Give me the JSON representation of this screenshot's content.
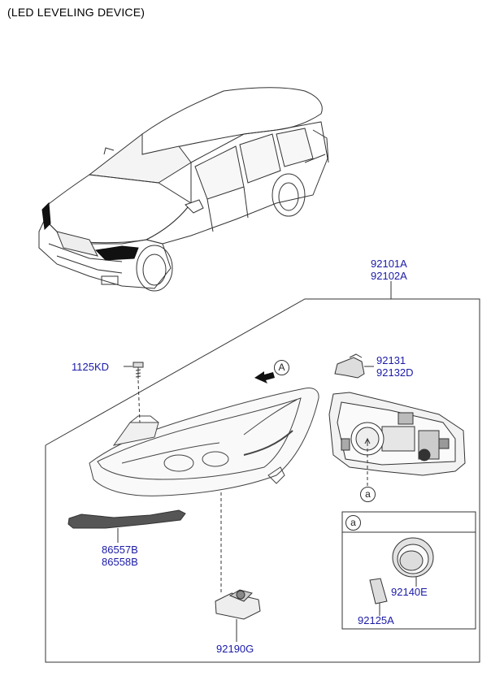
{
  "title": "(LED LEVELING DEVICE)",
  "parts": {
    "headlamp_assy": [
      "92101A",
      "92102A"
    ],
    "screw": "1125KD",
    "bracket": [
      "92131",
      "92132D"
    ],
    "garnish": [
      "86557B",
      "86558B"
    ],
    "cap": "92140E",
    "gasket": "92125A",
    "module": "92190G"
  },
  "refs": {
    "view_a": "A",
    "detail_a": "a",
    "detail_box_a": "a"
  }
}
